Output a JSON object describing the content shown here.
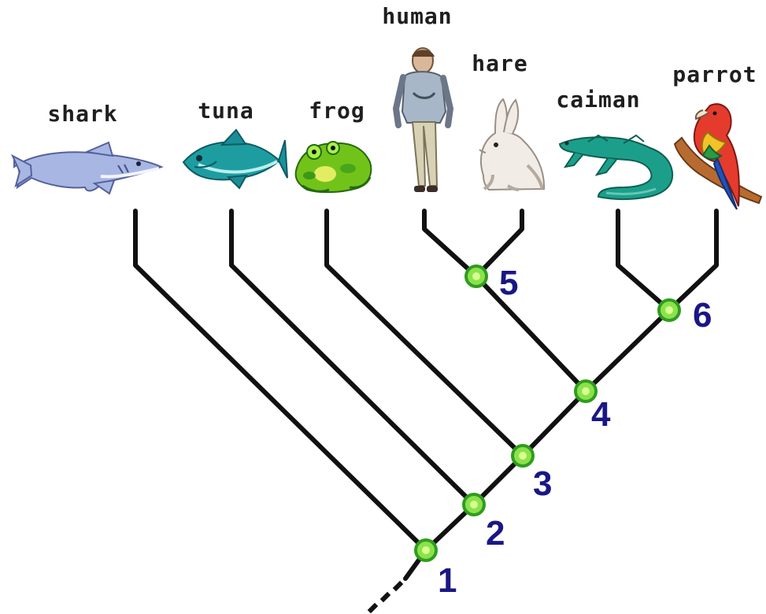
{
  "taxa": [
    {
      "id": "shark",
      "label": "shark"
    },
    {
      "id": "tuna",
      "label": "tuna"
    },
    {
      "id": "frog",
      "label": "frog"
    },
    {
      "id": "human",
      "label": "human"
    },
    {
      "id": "hare",
      "label": "hare"
    },
    {
      "id": "caiman",
      "label": "caiman"
    },
    {
      "id": "parrot",
      "label": "parrot"
    }
  ],
  "nodes": [
    {
      "id": "node-1",
      "label": "1"
    },
    {
      "id": "node-2",
      "label": "2"
    },
    {
      "id": "node-3",
      "label": "3"
    },
    {
      "id": "node-4",
      "label": "4"
    },
    {
      "id": "node-5",
      "label": "5"
    },
    {
      "id": "node-6",
      "label": "6"
    }
  ],
  "colors": {
    "branch": "#111111",
    "node_fill": "#8be24b",
    "node_stroke": "#2f9d1f",
    "node_label": "#1a1785"
  },
  "icons": [
    "shark-icon",
    "tuna-icon",
    "frog-icon",
    "human-icon",
    "hare-icon",
    "caiman-icon",
    "parrot-icon"
  ]
}
